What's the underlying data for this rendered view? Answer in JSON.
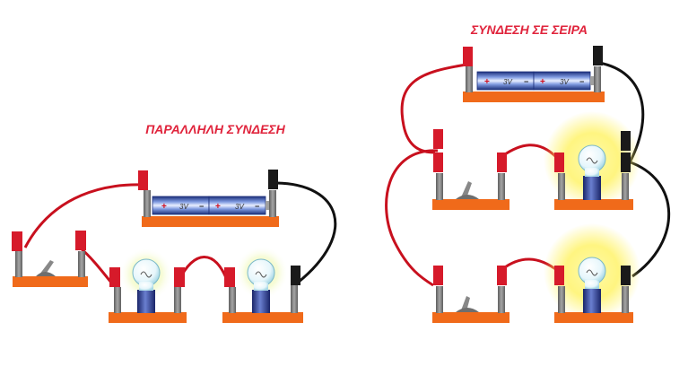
{
  "diagram": {
    "parallel": {
      "title": "ΠΑΡΑΛΛΗΛΗ ΣΥΝΔΕΣΗ",
      "battery": {
        "cells": [
          {
            "label": "3V",
            "plus": "+",
            "minus": "−"
          },
          {
            "label": "3V",
            "plus": "+",
            "minus": "−"
          }
        ]
      }
    },
    "series": {
      "title": "ΣΥΝΔΕΣΗ ΣΕ ΣΕΙΡΑ",
      "battery": {
        "cells": [
          {
            "label": "3V",
            "plus": "+",
            "minus": "−"
          },
          {
            "label": "3V",
            "plus": "+",
            "minus": "−"
          }
        ]
      }
    }
  },
  "colors": {
    "wire_red": "#c8101e",
    "wire_black": "#111111",
    "base_orange": "#f06a1a",
    "post_gray": "#8a8a8a",
    "clip_red": "#d61a2a",
    "clip_black": "#1a1a1a",
    "title_red": "#e0243c",
    "glow": "#fff36a",
    "bulb_base": "#2e3b8e",
    "cell_blue": "#3d5bb8"
  },
  "icons": {
    "battery": "battery-icon",
    "switch": "knife-switch-icon",
    "bulb": "light-bulb-icon"
  }
}
